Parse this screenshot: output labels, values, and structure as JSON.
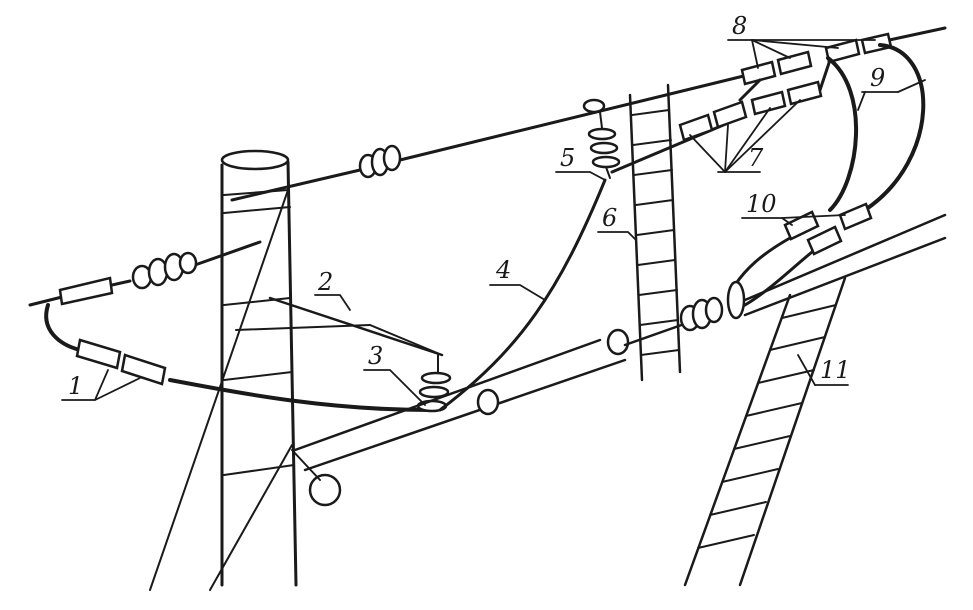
{
  "colors": {
    "ink": "#1a1a1a",
    "background": "#ffffff"
  },
  "callouts": [
    {
      "id": "1",
      "text": "1"
    },
    {
      "id": "2",
      "text": "2"
    },
    {
      "id": "3",
      "text": "3"
    },
    {
      "id": "4",
      "text": "4"
    },
    {
      "id": "5",
      "text": "5"
    },
    {
      "id": "6",
      "text": "6"
    },
    {
      "id": "7",
      "text": "7"
    },
    {
      "id": "8",
      "text": "8"
    },
    {
      "id": "9",
      "text": "9"
    },
    {
      "id": "10",
      "text": "10"
    },
    {
      "id": "11",
      "text": "11"
    }
  ]
}
